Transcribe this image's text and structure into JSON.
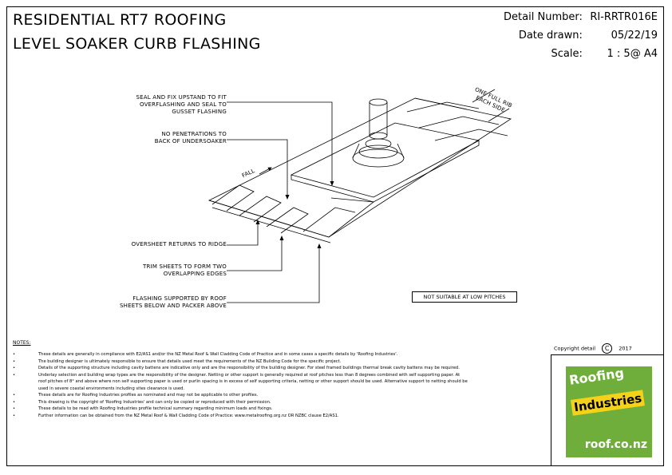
{
  "title": {
    "line1": "RESIDENTIAL RT7 ROOFING",
    "line2": "LEVEL SOAKER CURB FLASHING"
  },
  "meta": {
    "detail_label": "Detail Number:",
    "detail_value": "RI-RRTR016E",
    "date_label": "Date drawn:",
    "date_value": "05/22/19",
    "scale_label": "Scale:",
    "scale_value": "1 : 5@ A4"
  },
  "callouts": {
    "seal": [
      "SEAL AND FIX UPSTAND TO FIT",
      "OVERFLASHING AND SEAL TO",
      "GUSSET FLASHING"
    ],
    "no_pen": [
      "NO PENETRATIONS TO",
      "BACK OF UNDERSOAKER"
    ],
    "oversheet": [
      "OVERSHEET RETURNS TO RIDGE"
    ],
    "trim": [
      "TRIM SHEETS TO FORM TWO",
      "OVERLAPPING EDGES"
    ],
    "flashing": [
      "FLASHING SUPPORTED BY ROOF",
      "SHEETS BELOW AND PACKER ABOVE"
    ],
    "one_rib": [
      "ONE FULL RIB",
      "EACH SIDE"
    ],
    "fall": "FALL"
  },
  "not_suitable": "NOT SUITABLE AT LOW PITCHES",
  "notes_title": "NOTES:",
  "notes": [
    "These details are generally in compliance with E2/AS1 and/or the NZ Metal Roof & Wall Cladding Code of Practice and in some cases a specific details by 'Roofing Industries'.",
    "The building designer is ultimately responsible to ensure that details used meet the requirements of the NZ Building Code for the specific project.",
    "Details of the supporting structure including cavity battens are indicative only and are the responsibility of the building designer. For steel framed buildings thermal break cavity battens may be required.",
    "Underlay selection and building wrap types are the responsibility of the designer. Netting or other support is generally required at roof pitches less than 8 degrees combined with self supporting paper. At roof pitches of 8° and above where non self supporting paper is used or purlin spacing is in excess of self supporting criteria, netting or other support should be used. Alternative support to netting should be used in severe coastal environments including sites clearance is used.",
    "These details are for Roofing Industries profiles as nominated and may not be applicable to other profiles.",
    "This drawing is the copyright of 'Roofing Industries' and can only be copied or reproduced with their permission.",
    "These details to be read with Roofing Industries profile technical summary regarding minimum loads and fixings.",
    "Further information can be obtained from the NZ Metal Roof & Wall Cladding Code of Practice: www.metalroofing.org.nz OR NZBC clause E2/AS1."
  ],
  "copyright": {
    "label": "Copyright detail",
    "symbol": "C",
    "year": "2017"
  },
  "logo": {
    "word1": "Roofing",
    "word2": "Industries",
    "url": "roof.co.nz",
    "green": "#6fae3a",
    "yellow": "#f5d21a"
  }
}
